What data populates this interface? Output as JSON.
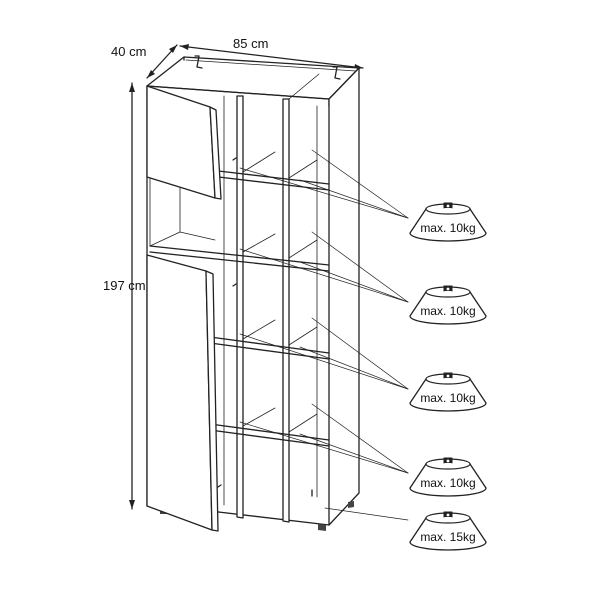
{
  "dimensions": {
    "depth": "40 cm",
    "width": "85 cm",
    "height": "197 cm"
  },
  "loads": [
    {
      "label": "max. 10kg"
    },
    {
      "label": "max. 10kg"
    },
    {
      "label": "max. 10kg"
    },
    {
      "label": "max. 10kg"
    },
    {
      "label": "max. 15kg"
    }
  ],
  "colors": {
    "line": "#222222",
    "weight_fill": "#ffffff",
    "background": "#ffffff"
  },
  "icons": {
    "weight": "weight-icon"
  }
}
